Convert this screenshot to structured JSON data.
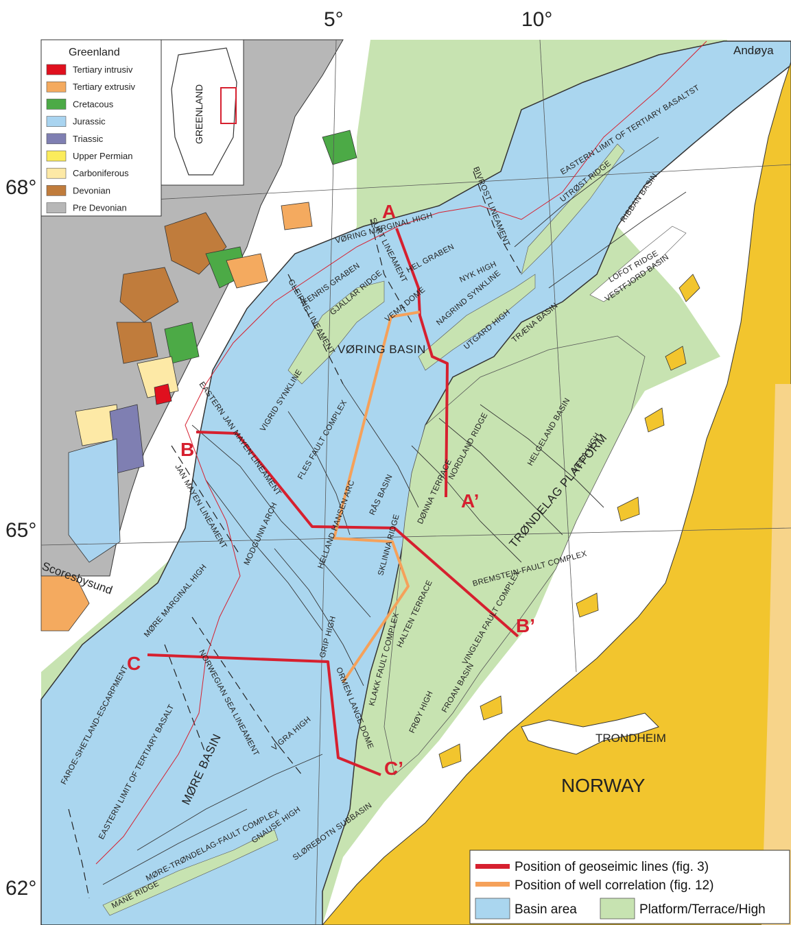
{
  "grid_labels": {
    "lon_5": "5°",
    "lon_10": "10°",
    "lat_68": "68°",
    "lat_65": "65°",
    "lat_62": "62°"
  },
  "greenland_legend": {
    "title": "Greenland",
    "items": [
      {
        "label": "Tertiary intrusiv",
        "color": "#e0101e"
      },
      {
        "label": "Tertiary extrusiv",
        "color": "#f4aa5f"
      },
      {
        "label": "Cretacous",
        "color": "#4caa46"
      },
      {
        "label": "Jurassic",
        "color": "#a9d4f0"
      },
      {
        "label": "Triassic",
        "color": "#7f7fb2"
      },
      {
        "label": "Upper Permian",
        "color": "#fbec5c"
      },
      {
        "label": "Carboniferous",
        "color": "#fde9a6"
      },
      {
        "label": "Devonian",
        "color": "#c07c3c"
      },
      {
        "label": "Pre Devonian",
        "color": "#b7b7b7"
      }
    ],
    "inset_label": "GREENLAND"
  },
  "places": {
    "andoya": "Andøya",
    "scoresbysund": "Scoresbysund",
    "trondheim": "TRONDHEIM",
    "norway": "NORWAY"
  },
  "line_ids": {
    "a": "A",
    "a_prime": "A’",
    "b": "B",
    "b_prime": "B’",
    "c": "C",
    "c_prime": "C’"
  },
  "basins": {
    "voring": "VØRING BASIN",
    "more": "MØRE BASIN",
    "trondelag": "TRØNDELAG PLATFORM"
  },
  "structures": {
    "eastern_limit_north": "EASTERN LIMIT OF TERTIARY BASALTST",
    "utrost_ridge": "UTRØST RIDGE",
    "ribban_basin": "RIBBAN BASIN",
    "bivrost_lineament": "BIVROST LINEAMENT",
    "voring_marginal_high": "VØRING MARGINAL HIGH",
    "surt_lineament": "SURT LINEAMENT",
    "hel_graben": "HEL GRABEN",
    "nyk_high": "NYK HIGH",
    "lofot_ridge": "LOFOT RIDGE",
    "vestfjord_basin": "VESTFJORD BASIN",
    "fenris_graben": "FENRIS GRABEN",
    "gleipne_lineament": "GLEIPNE LINEAMENT",
    "gjallar_ridge": "GJALLAR RIDGE",
    "vema_dome": "VEMA DOME",
    "nagrind_synkline": "NAGRIND SYNKLINE",
    "utgard_high": "UTGARD HIGH",
    "traena_basin": "TRÆNA BASIN",
    "eastern_jan_mayen": "EASTERN JAN MAYEN LINEAMENT",
    "vigrid_synkline": "VIGRID SYNKLINE",
    "fles_fault_complex": "FLES FAULT COMPLEX",
    "nordland_ridge": "NORDLAND RIDGE",
    "helgeland_basin": "HELGELAND BASIN",
    "vega_high": "VEGA HIGH",
    "jan_mayen_lineament": "JAN MAYEN LINEAMENT",
    "helland_hansen_arc": "HELLAND HANSEN ARC",
    "ras_basin": "RÅS BASIN",
    "donna_terrace": "DØNNA TERRACE",
    "modgunn_arch": "MODGUNN ARCH",
    "sklinna_ridge": "SKLINNA RIDGE",
    "halten_terrace": "HALTEN TERRACE",
    "bremstein_fault_complex": "BREMSTEIN-FAULT COMPLEX",
    "more_marginal_high": "MØRE MARGINAL HIGH",
    "grip_high": "GRIP HIGH",
    "klakk_fault_complex": "KLAKK FAULT COMPLEX",
    "vingleia_fault_complex": "VINGLEIA FAULT COMPLEX",
    "froan_basin": "FROAN BASIN",
    "norwegian_sea_lineament": "NORWEGIAN SEA LINEAMENT",
    "ormen_lange_dome": "ORMEN LANGE DOME",
    "froy_high": "FRØY HIGH",
    "faroe_shetland_escarpment": "FAROE-SHETLAND-ESCARPMENT",
    "eastern_limit_south": "EASTERN LIMIT OF TERTIARY BASALT",
    "vigra_high": "VIGRA HIGH",
    "more_trondelag_fault_complex": "MØRE-TRØNDELAG-FAULT COMPLEX",
    "gnause_high": "GNAUSE HIGH",
    "slorebotn_subbasin": "SLØREBOTN SUBBASIN",
    "mane_ridge": "MANE RIDGE"
  },
  "map_legend": {
    "geoseismic": "Position of geoseimic lines (fig. 3)",
    "well_correlation": "Position of well correlation (fig. 12)",
    "basin": "Basin area",
    "platform": "Platform/Terrace/High"
  },
  "colors": {
    "basin": "#aad6ef",
    "platform": "#c7e3b1",
    "land_norway": "#f2c52e",
    "greenland_base": "#b7b7b7",
    "geoseismic_line": "#d6202f",
    "well_line": "#f5a15a"
  }
}
